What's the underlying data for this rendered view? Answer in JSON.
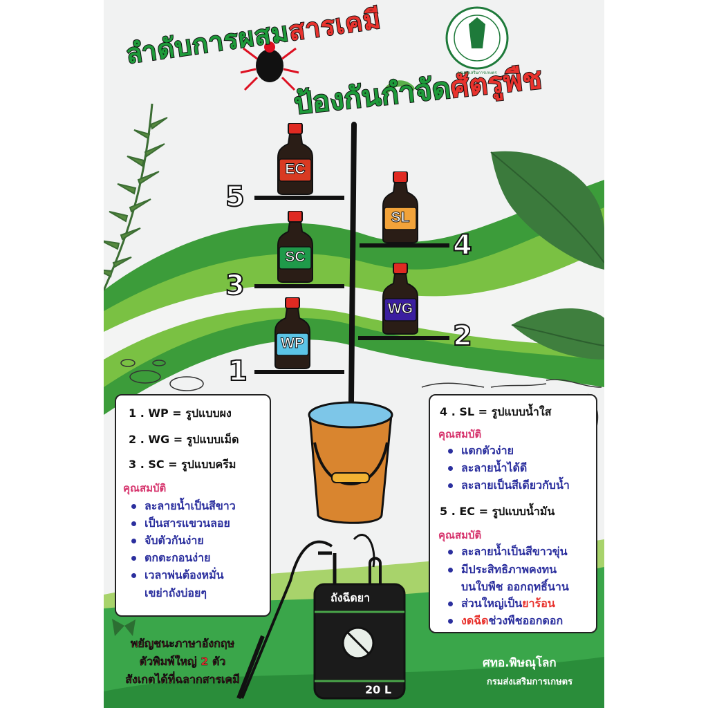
{
  "title": {
    "line1_part1": "ลำดับการผสม",
    "line1_part2": "สารเคมี",
    "line2_part1": "ป้องกันกำจัด",
    "line2_part2": "ศัตรูพืช"
  },
  "bottles": [
    {
      "label": "EC",
      "step": "5",
      "color": "#d83a22"
    },
    {
      "label": "SL",
      "step": "4",
      "color": "#f2a33a"
    },
    {
      "label": "SC",
      "step": "3",
      "color": "#1f9a4a"
    },
    {
      "label": "WG",
      "step": "2",
      "color": "#3b1fa0"
    },
    {
      "label": "WP",
      "step": "1",
      "color": "#5bc4e6"
    }
  ],
  "left_box": {
    "lines": [
      "1 . WP = รูปแบบผง",
      "2 . WG = รูปแบบเม็ด",
      "3 . SC = รูปแบบครีม"
    ],
    "prop_title": "คุณสมบัติ",
    "props": [
      "ละลายน้ำเป็นสีขาว",
      "เป็นสารแขวนลอย",
      "จับตัวกันง่าย",
      "ตกตะกอนง่าย",
      "เวลาพ่นต้องหมั่น"
    ],
    "props_cont": "เขย่าถังบ่อยๆ"
  },
  "right_box": {
    "line_sl": "4 . SL = รูปแบบน้ำใส",
    "prop_title_1": "คุณสมบัติ",
    "props_1": [
      "แตกตัวง่าย",
      "ละลายน้ำได้ดี",
      "ละลายเป็นสีเดียวกับน้ำ"
    ],
    "line_ec": "5 . EC = รูปแบบน้ำมัน",
    "prop_title_2": "คุณสมบัติ",
    "props_2": [
      "ละลายน้ำเป็นสีขาวขุ่น",
      "มีประสิทธิภาพคงทน"
    ],
    "props_2_cont": "บนใบพืช ออกฤทธิ์นาน",
    "props_2_warn_a_blue": "ส่วนใหญ่เป็น",
    "props_2_warn_a_red": "ยาร้อน",
    "props_2_warn_b_red": "งดฉีด",
    "props_2_warn_b_blue": "ช่วงพืชออกดอก"
  },
  "tank": {
    "label": "ถังฉีดยา",
    "capacity": "20 L"
  },
  "note": [
    "พยัญชนะภาษาอังกฤษ",
    "ตัวพิมพ์ใหญ่ 2 ตัว",
    "สังเกตได้ที่ฉลากสารเคมี"
  ],
  "credit": {
    "office": "ศทอ.พิษณุโลก",
    "department": "กรมส่งเสริมการเกษตร"
  },
  "logo_text": "กรมส่งเสริมการเกษตร",
  "icons": [
    "bug-icon",
    "caterpillar-icon",
    "fern-icon",
    "leaf-icon",
    "cicada-icon",
    "butterfly-icon",
    "bucket-icon",
    "sprayer-tank-icon"
  ]
}
